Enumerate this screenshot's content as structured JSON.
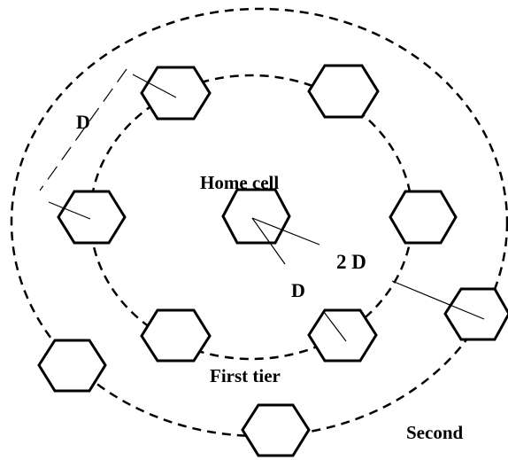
{
  "labels": {
    "home_cell": "Home cell",
    "first_tier": "First tier",
    "second": "Second",
    "d_outer": "D",
    "d_inner": "D",
    "two_d": "2 D"
  },
  "colors": {
    "stroke": "#000000",
    "background": "#ffffff"
  }
}
